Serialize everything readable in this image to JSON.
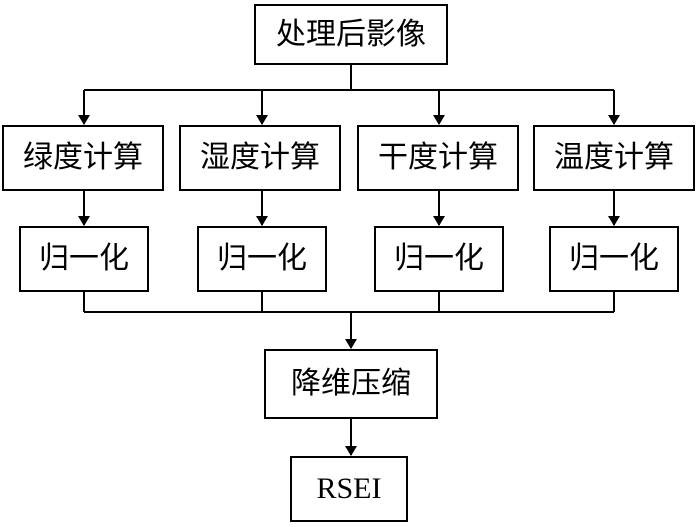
{
  "nodes": {
    "input": "处理后影像",
    "calc": [
      "绿度计算",
      "湿度计算",
      "干度计算",
      "温度计算"
    ],
    "normalize": [
      "归一化",
      "归一化",
      "归一化",
      "归一化"
    ],
    "reduce": "降维压缩",
    "output": "RSEI"
  }
}
